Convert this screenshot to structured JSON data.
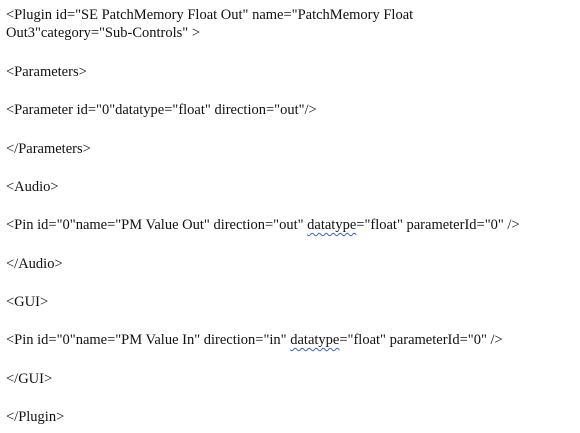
{
  "document": {
    "plugin_open_line1": "<Plugin id=\"SE PatchMemory Float Out\" name=\"PatchMemory Float",
    "plugin_open_line2": "Out3\"category=\"Sub-Controls\" >",
    "parameters_open": "<Parameters>",
    "parameter": "<Parameter id=\"0\"datatype=\"float\" direction=\"out\"/>",
    "parameters_close": "</Parameters>",
    "audio_open": "<Audio>",
    "audio_pin": {
      "before": "<Pin id=\"0\"name=\"PM Value Out\" direction=\"out\" ",
      "flagged": "datatype",
      "after": "=\"float\" parameterId=\"0\" />"
    },
    "audio_close": "</Audio>",
    "gui_open": "<GUI>",
    "gui_pin": {
      "before": "<Pin id=\"0\"name=\"PM Value In\" direction=\"in\" ",
      "flagged": "datatype",
      "after": "=\"float\" parameterId=\"0\" />"
    },
    "gui_close": "</GUI>",
    "plugin_close": "</Plugin>"
  }
}
